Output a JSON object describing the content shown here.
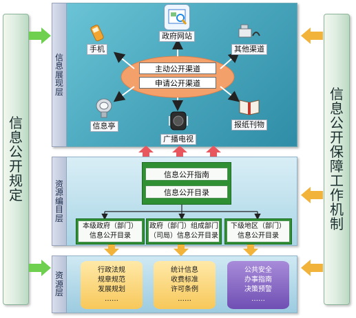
{
  "left_panel": {
    "text": "信息公开规定"
  },
  "right_panel": {
    "text": "信息公开保障工作机制"
  },
  "layers": {
    "display": "信息展现层",
    "catalog": "资源编目层",
    "resource": "资源层"
  },
  "channels": {
    "active": "主动公开渠道",
    "request": "申请公开渠道"
  },
  "nodes": {
    "gov_site": "政府网站",
    "phone": "手机",
    "other": "其他渠道",
    "kiosk": "信息亭",
    "tv": "广播电视",
    "newspaper": "报纸刊物"
  },
  "catalog": {
    "guide": "信息公开指南",
    "directory": "信息公开目录",
    "sub": [
      {
        "line1": "本级政府（部门）",
        "line2": "信息公开目录"
      },
      {
        "line1": "政府（部门）组成部门",
        "line2": "（司局）信息公开目录"
      },
      {
        "line1": "下级地区（部门）",
        "line2": "信息公开目录"
      }
    ]
  },
  "resources": [
    {
      "lines": [
        "行政法规",
        "规章规范",
        "发展规划",
        "……"
      ]
    },
    {
      "lines": [
        "统计信息",
        "收费标准",
        "许可条例",
        "……"
      ]
    },
    {
      "lines": [
        "公共安全",
        "办事指南",
        "决策预警",
        "……"
      ]
    }
  ],
  "colors": {
    "green_arrow": "#6fcf4f",
    "red_arrow": "#e8565e",
    "orange_arrow": "#f2b33a",
    "ellipse": "#f4a06b"
  }
}
